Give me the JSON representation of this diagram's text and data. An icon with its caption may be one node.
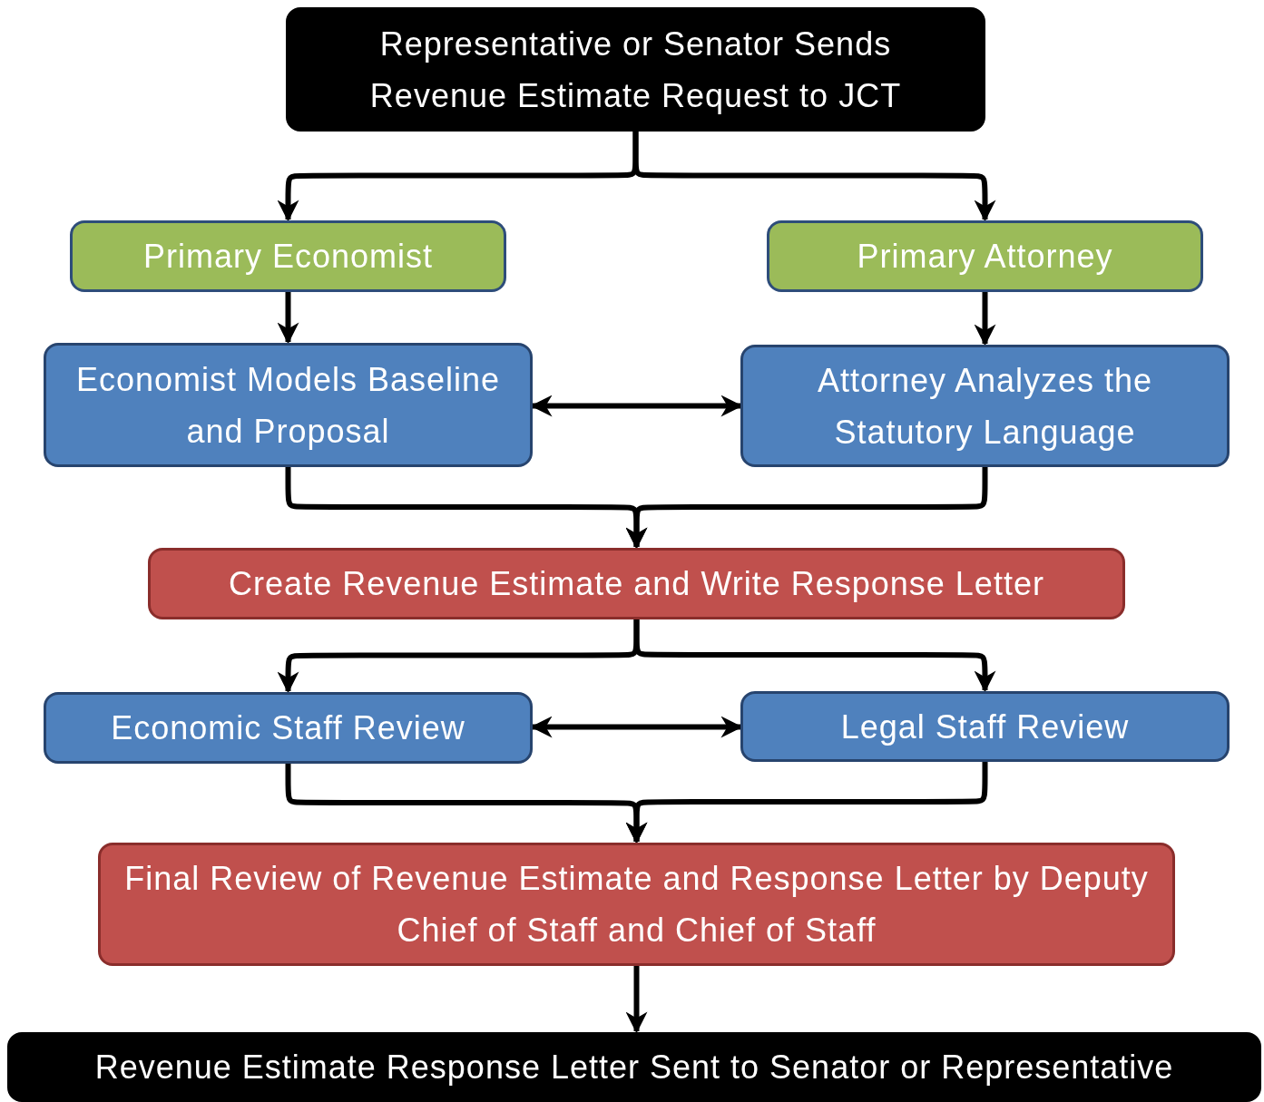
{
  "diagram": {
    "nodes": [
      {
        "text": [
          "Representative or Senator Sends Revenue Estimate Request to JCT"
        ]
      },
      {
        "text": [
          "Primary Economist"
        ]
      },
      {
        "text": [
          "Primary Attorney"
        ]
      },
      {
        "text": [
          "Economist Models Baseline and Proposal"
        ]
      },
      {
        "text": [
          "Attorney Analyzes the Statutory Language"
        ]
      },
      {
        "text": [
          "Create Revenue Estimate and Write Response Letter"
        ]
      },
      {
        "text": [
          "Economic Staff Review"
        ]
      },
      {
        "text": [
          "Legal Staff Review"
        ]
      },
      {
        "text": [
          "Final Review of Revenue Estimate and Response Letter by Deputy Chief of Staff and Chief of Staff"
        ]
      },
      {
        "text": [
          "Revenue Estimate Response Letter Sent to Senator or Representative"
        ]
      }
    ],
    "edges": [
      {
        "from": 0,
        "to": 1,
        "arrow": "to"
      },
      {
        "from": 0,
        "to": 2,
        "arrow": "to"
      },
      {
        "from": 1,
        "to": 3,
        "arrow": "to"
      },
      {
        "from": 2,
        "to": 4,
        "arrow": "to"
      },
      {
        "from": 3,
        "to": 4,
        "arrow": "both"
      },
      {
        "from": 3,
        "to": 5,
        "arrow": "to"
      },
      {
        "from": 4,
        "to": 5,
        "arrow": "to"
      },
      {
        "from": 5,
        "to": 6,
        "arrow": "to"
      },
      {
        "from": 5,
        "to": 7,
        "arrow": "to"
      },
      {
        "from": 6,
        "to": 7,
        "arrow": "both"
      },
      {
        "from": 6,
        "to": 8,
        "arrow": "to"
      },
      {
        "from": 7,
        "to": 8,
        "arrow": "to"
      },
      {
        "from": 8,
        "to": 9,
        "arrow": "to"
      }
    ]
  }
}
